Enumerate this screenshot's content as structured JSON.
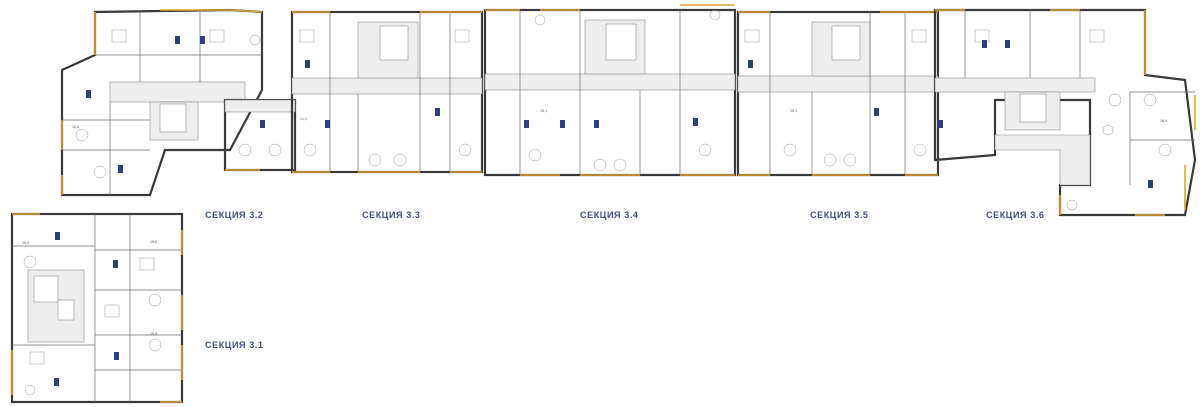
{
  "sections": [
    {
      "id": "3.1",
      "label": "СЕКЦИЯ 3.1"
    },
    {
      "id": "3.2",
      "label": "СЕКЦИЯ 3.2"
    },
    {
      "id": "3.3",
      "label": "СЕКЦИЯ 3.3"
    },
    {
      "id": "3.4",
      "label": "СЕКЦИЯ 3.4"
    },
    {
      "id": "3.5",
      "label": "СЕКЦИЯ 3.5"
    },
    {
      "id": "3.6",
      "label": "СЕКЦИЯ 3.6"
    }
  ],
  "colors": {
    "section_label": "#3f4f86",
    "wall": "#3a3a3a",
    "balcony": "#e2a32b",
    "common_area": "#eeeeee",
    "apartment_tag": "#2e3f7d"
  }
}
